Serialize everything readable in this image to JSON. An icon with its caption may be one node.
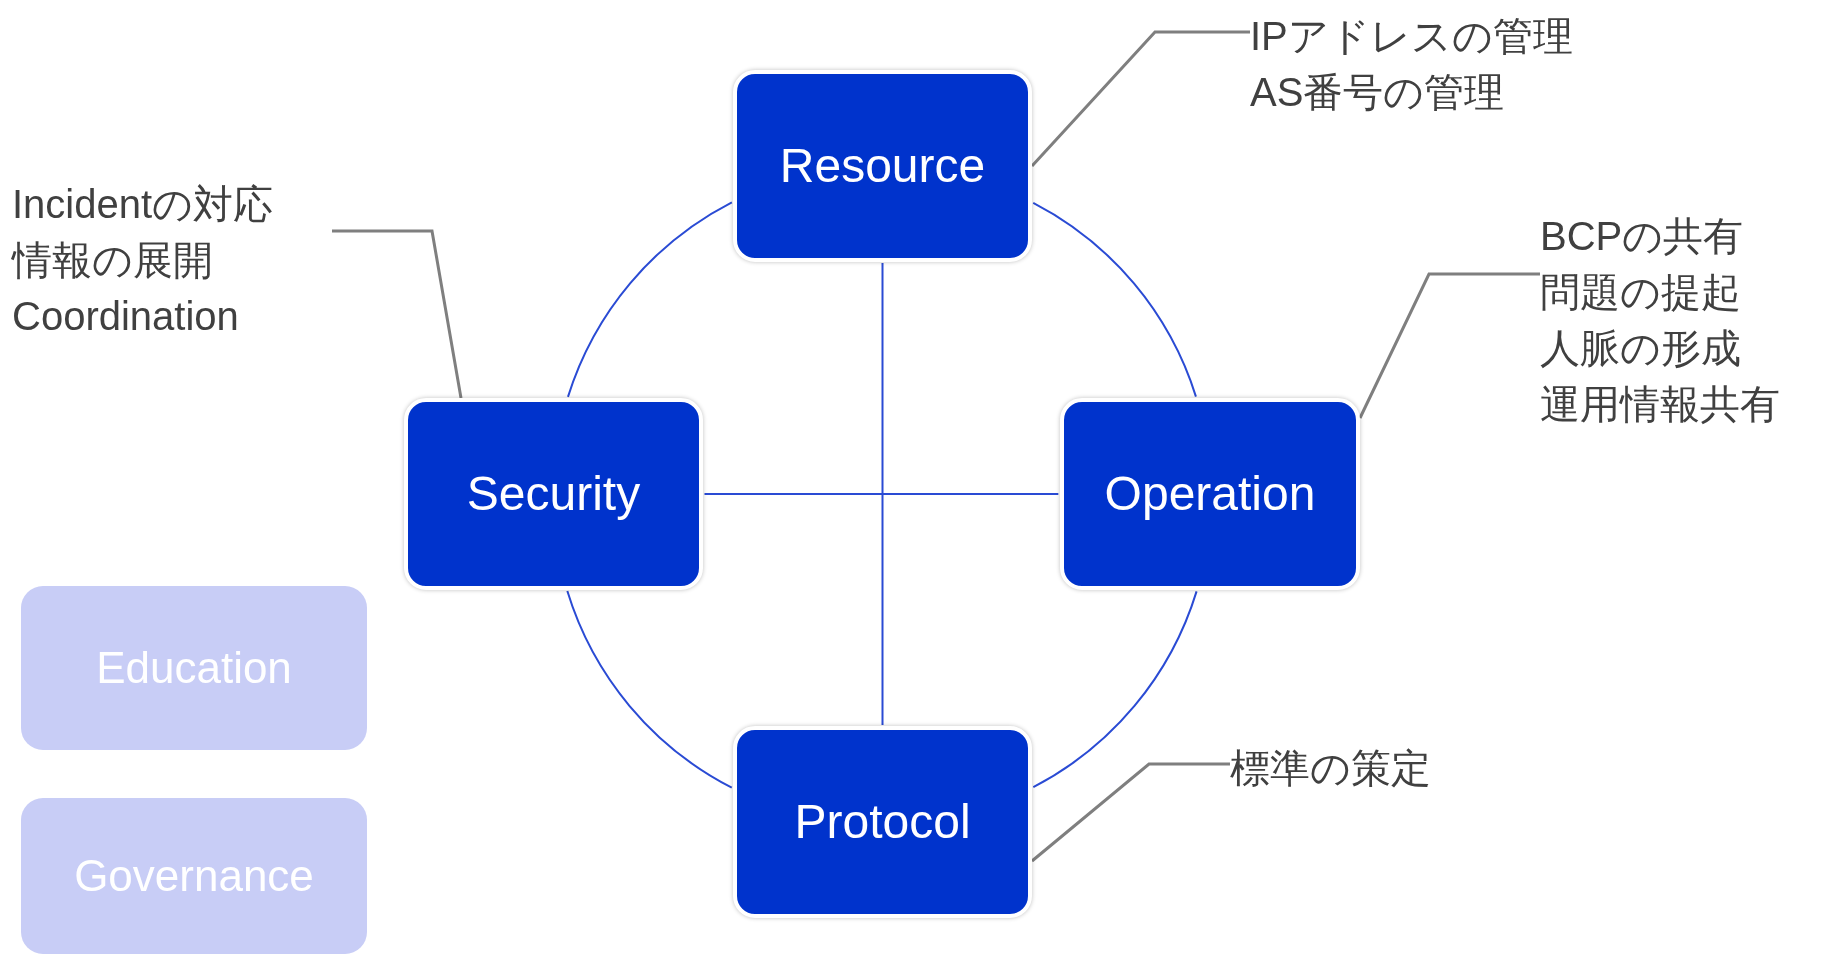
{
  "diagram": {
    "nodes": [
      {
        "text": [
          "IPアドレスの管理",
          "AS番号の管理"
        ]
      },
      {
        "text": [
          "Resource"
        ]
      },
      {
        "text": [
          "Incidentの対応",
          "情報の展開",
          "Coordination"
        ]
      },
      {
        "text": [
          "BCPの共有",
          "問題の提起",
          "人脈の形成",
          "運用情報共有"
        ]
      },
      {
        "text": [
          "Security"
        ]
      },
      {
        "text": [
          "Operation"
        ]
      },
      {
        "text": [
          "Education"
        ]
      },
      {
        "text": [
          "標準の策定"
        ]
      },
      {
        "text": [
          "Protocol"
        ]
      },
      {
        "text": [
          "Governance"
        ]
      }
    ],
    "edges": [
      {
        "from": 0,
        "to": 1,
        "arrow": "none",
        "color": "#7f7f7f"
      },
      {
        "from": 2,
        "to": 4,
        "arrow": "none",
        "color": "#7f7f7f"
      },
      {
        "from": 3,
        "to": 5,
        "arrow": "none",
        "color": "#7f7f7f"
      },
      {
        "from": 7,
        "to": 8,
        "arrow": "none",
        "color": "#7f7f7f"
      },
      {
        "from": 1,
        "to": 5,
        "arrow": "none"
      },
      {
        "from": 5,
        "to": 8,
        "arrow": "none"
      },
      {
        "from": 8,
        "to": 4,
        "arrow": "none"
      },
      {
        "from": 4,
        "to": 1,
        "arrow": "none"
      },
      {
        "from": 1,
        "to": 8,
        "arrow": "none"
      },
      {
        "from": 4,
        "to": 5,
        "arrow": "none"
      }
    ]
  }
}
